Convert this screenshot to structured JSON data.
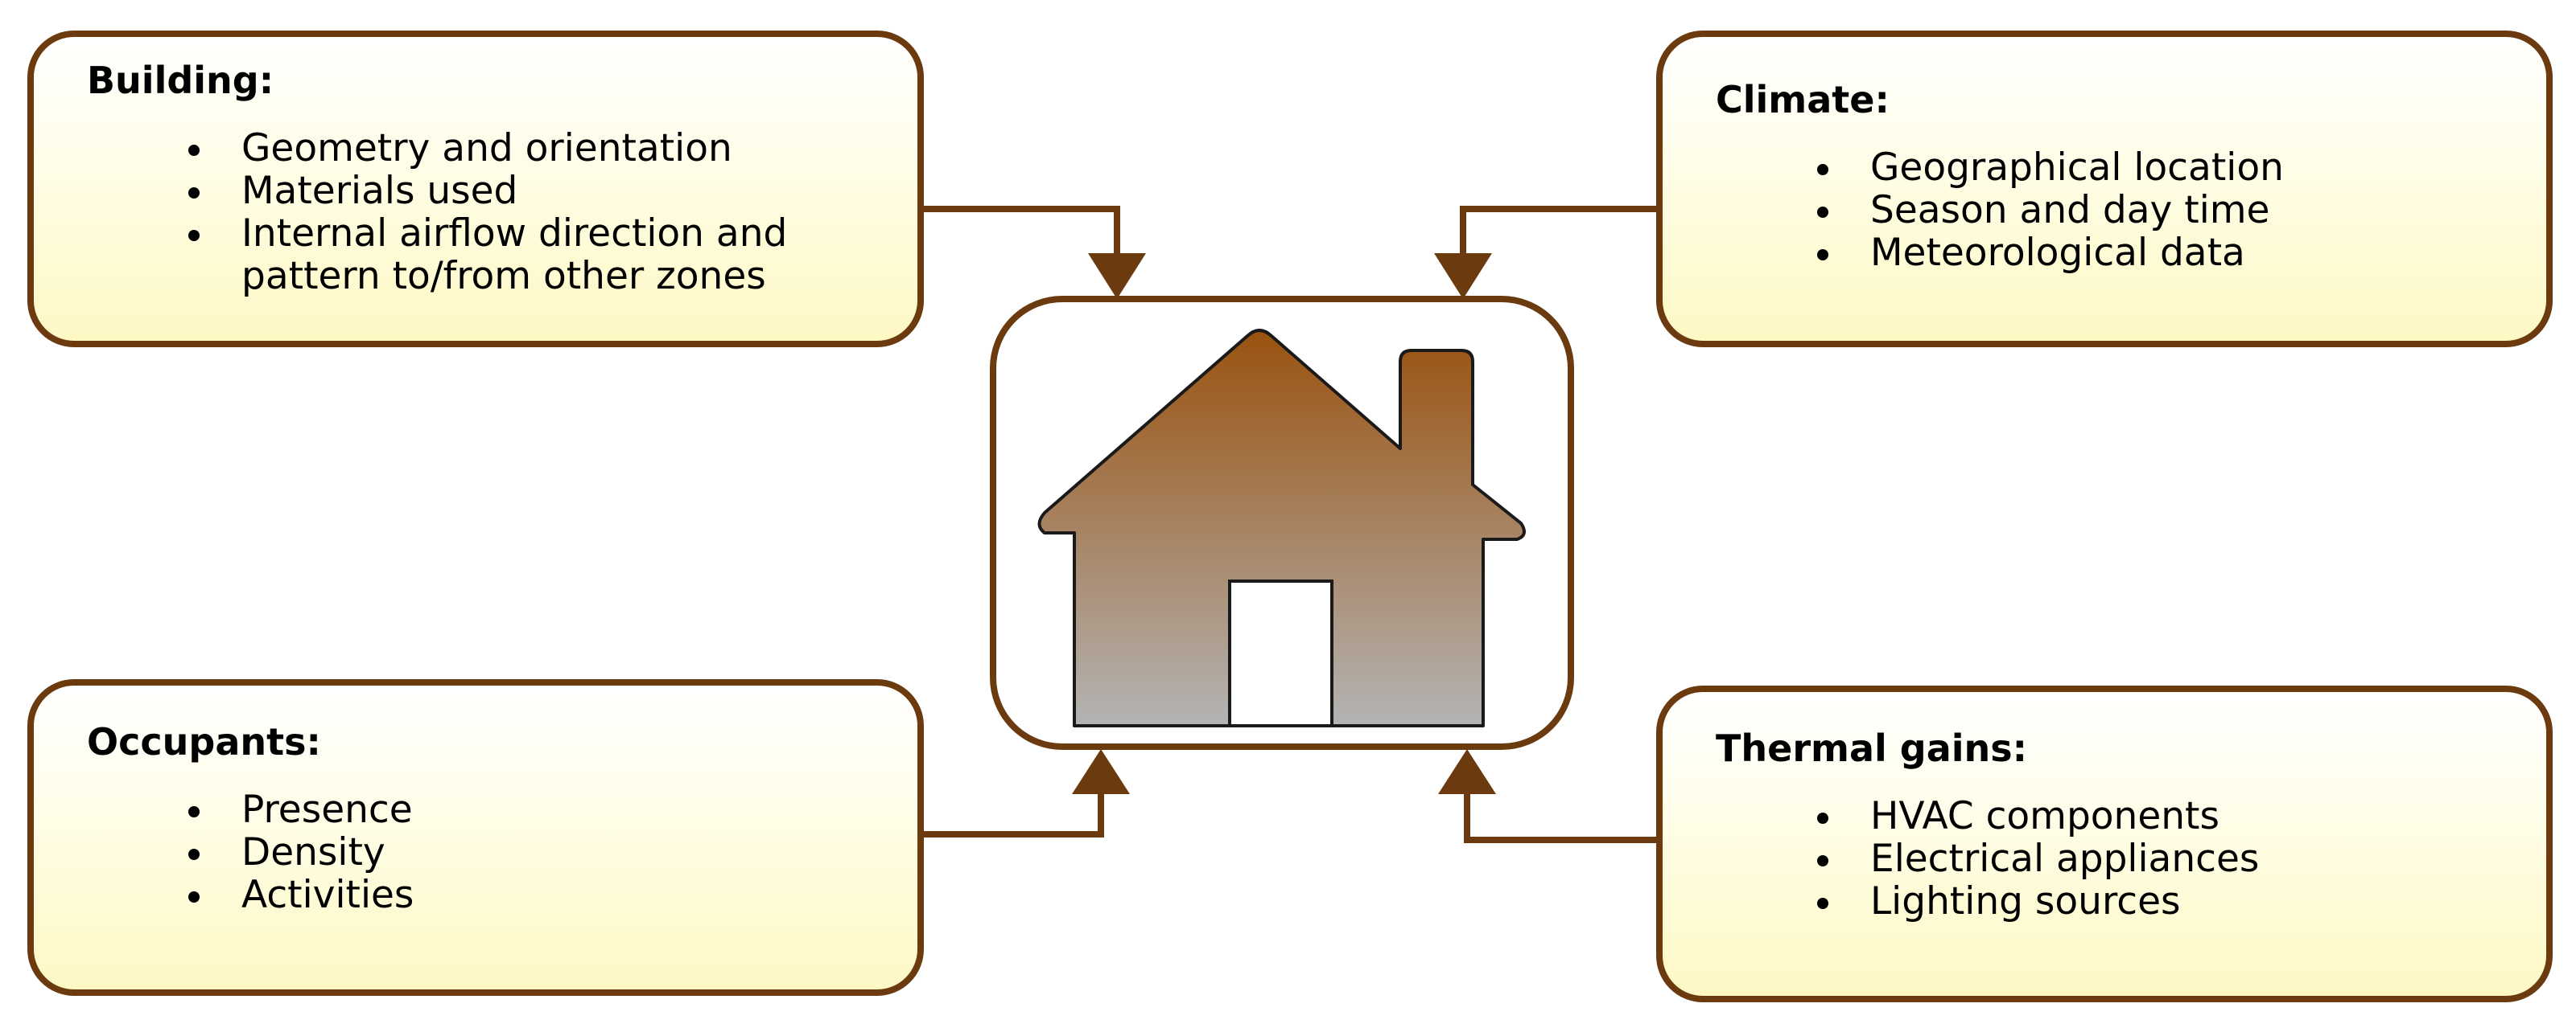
{
  "diagram": {
    "colors": {
      "border": "#6b3a0e",
      "box_fill_top": "#ffffff",
      "box_fill_bottom": "#fdf8c4",
      "house_top": "#9a520f",
      "house_bottom": "#b4b4b4",
      "text": "#000000"
    },
    "center": {
      "icon": "house-icon"
    },
    "boxes": {
      "building": {
        "title": "Building:",
        "items": [
          "Geometry and orientation",
          "Materials used",
          "Internal airflow direction and",
          "pattern to/from other zones"
        ]
      },
      "climate": {
        "title": "Climate:",
        "items": [
          "Geographical location",
          "Season and day time",
          "Meteorological data"
        ]
      },
      "occupants": {
        "title": "Occupants:",
        "items": [
          "Presence",
          "Density",
          "Activities"
        ]
      },
      "thermal": {
        "title": "Thermal gains:",
        "items": [
          "HVAC components",
          "Electrical appliances",
          "Lighting sources"
        ]
      }
    }
  }
}
